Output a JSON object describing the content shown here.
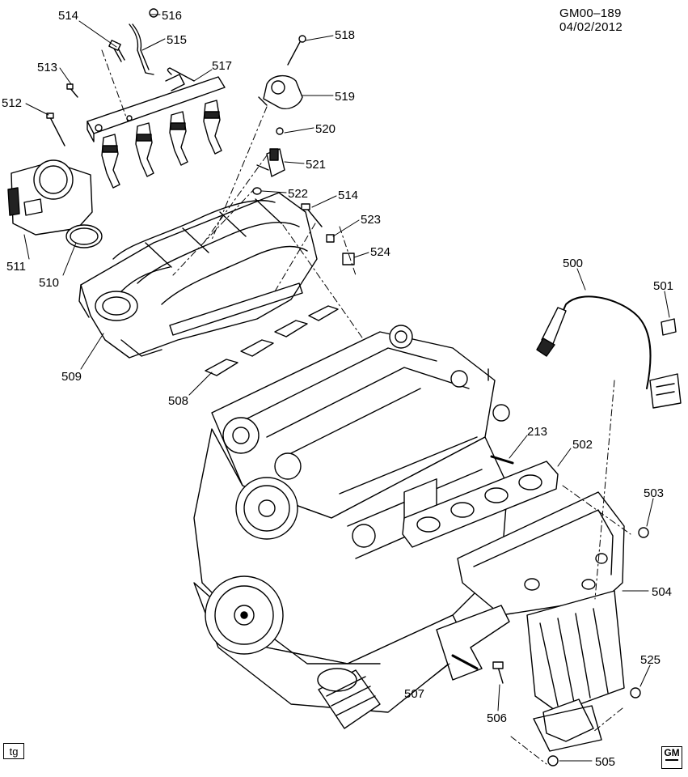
{
  "header": {
    "doc_id": "GM00–189",
    "date": "04/02/2012"
  },
  "footer": {
    "tag": "tg",
    "logo_text": "GM"
  },
  "callouts": [
    {
      "id": "514a",
      "label": "514"
    },
    {
      "id": "516",
      "label": "516"
    },
    {
      "id": "515",
      "label": "515"
    },
    {
      "id": "518",
      "label": "518"
    },
    {
      "id": "513",
      "label": "513"
    },
    {
      "id": "517",
      "label": "517"
    },
    {
      "id": "519",
      "label": "519"
    },
    {
      "id": "512",
      "label": "512"
    },
    {
      "id": "520",
      "label": "520"
    },
    {
      "id": "521",
      "label": "521"
    },
    {
      "id": "522",
      "label": "522"
    },
    {
      "id": "514b",
      "label": "514"
    },
    {
      "id": "523",
      "label": "523"
    },
    {
      "id": "524",
      "label": "524"
    },
    {
      "id": "511",
      "label": "511"
    },
    {
      "id": "510",
      "label": "510"
    },
    {
      "id": "500",
      "label": "500"
    },
    {
      "id": "501",
      "label": "501"
    },
    {
      "id": "509",
      "label": "509"
    },
    {
      "id": "508",
      "label": "508"
    },
    {
      "id": "213",
      "label": "213"
    },
    {
      "id": "502",
      "label": "502"
    },
    {
      "id": "503",
      "label": "503"
    },
    {
      "id": "504",
      "label": "504"
    },
    {
      "id": "525",
      "label": "525"
    },
    {
      "id": "507",
      "label": "507"
    },
    {
      "id": "506",
      "label": "506"
    },
    {
      "id": "505",
      "label": "505"
    }
  ]
}
